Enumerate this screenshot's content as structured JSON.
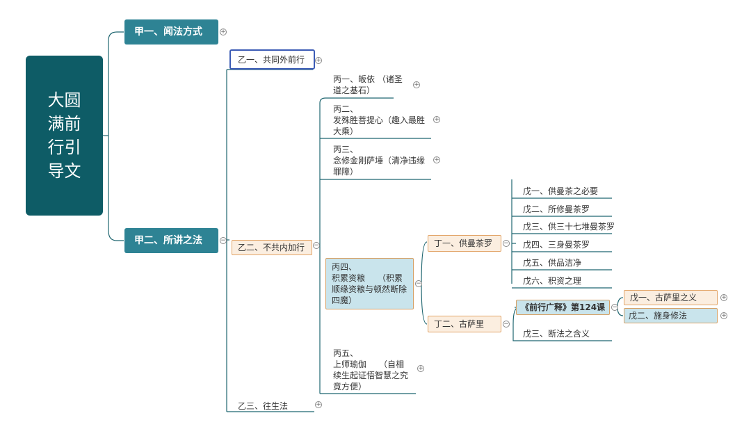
{
  "root": {
    "label": "大圆\n满前\n行引\n导文"
  },
  "jia1": {
    "label": "甲一、闻法方式"
  },
  "jia2": {
    "label": "甲二、所讲之法"
  },
  "yi1": {
    "label": "乙一、共同外前行"
  },
  "yi2": {
    "label": "乙二、不共内加行"
  },
  "yi3": {
    "label": "乙三、往生法"
  },
  "bing1": {
    "label": "丙一、皈依 （诸圣\n道之基石）"
  },
  "bing2": {
    "label": "丙二、\n发殊胜菩提心（趣入最胜\n大乘）"
  },
  "bing3": {
    "label": "丙三、\n念修金刚萨埵（清净违缘\n罪障）"
  },
  "bing4": {
    "label": "丙四、\n积累资粮　　（积累\n顺缘资粮与顿然断除\n四魔）"
  },
  "bing5": {
    "label": "丙五、\n上师瑜伽　　（自相\n续生起证悟智慧之究\n竟方便）"
  },
  "ding1": {
    "label": "丁一、供曼茶罗"
  },
  "ding2": {
    "label": "丁二、古萨里"
  },
  "wu_d1": [
    {
      "label": "戊一、供曼茶之必要"
    },
    {
      "label": "戊二、所修曼茶罗"
    },
    {
      "label": "戊三、供三十七堆曼茶罗"
    },
    {
      "label": "戊四、三身曼茶罗"
    },
    {
      "label": "戊五、供品洁净"
    },
    {
      "label": "戊六、积资之理"
    }
  ],
  "lesson": {
    "label": "《前行广释》第124课"
  },
  "wu_d2": [
    {
      "label": "戊一、古萨里之义"
    },
    {
      "label": "戊二、施身修法"
    },
    {
      "label": "戊三、断法之含义"
    }
  ],
  "toggles": {
    "expand": "+",
    "collapse": "−"
  },
  "colors": {
    "root": "#0e5c66",
    "level1": "#2e8394",
    "node_fill": "#fbeee0",
    "node_border": "#e2a366",
    "highlight": "#c9e4ec",
    "selection": "#3b5bb5",
    "line": "#1f6670"
  }
}
